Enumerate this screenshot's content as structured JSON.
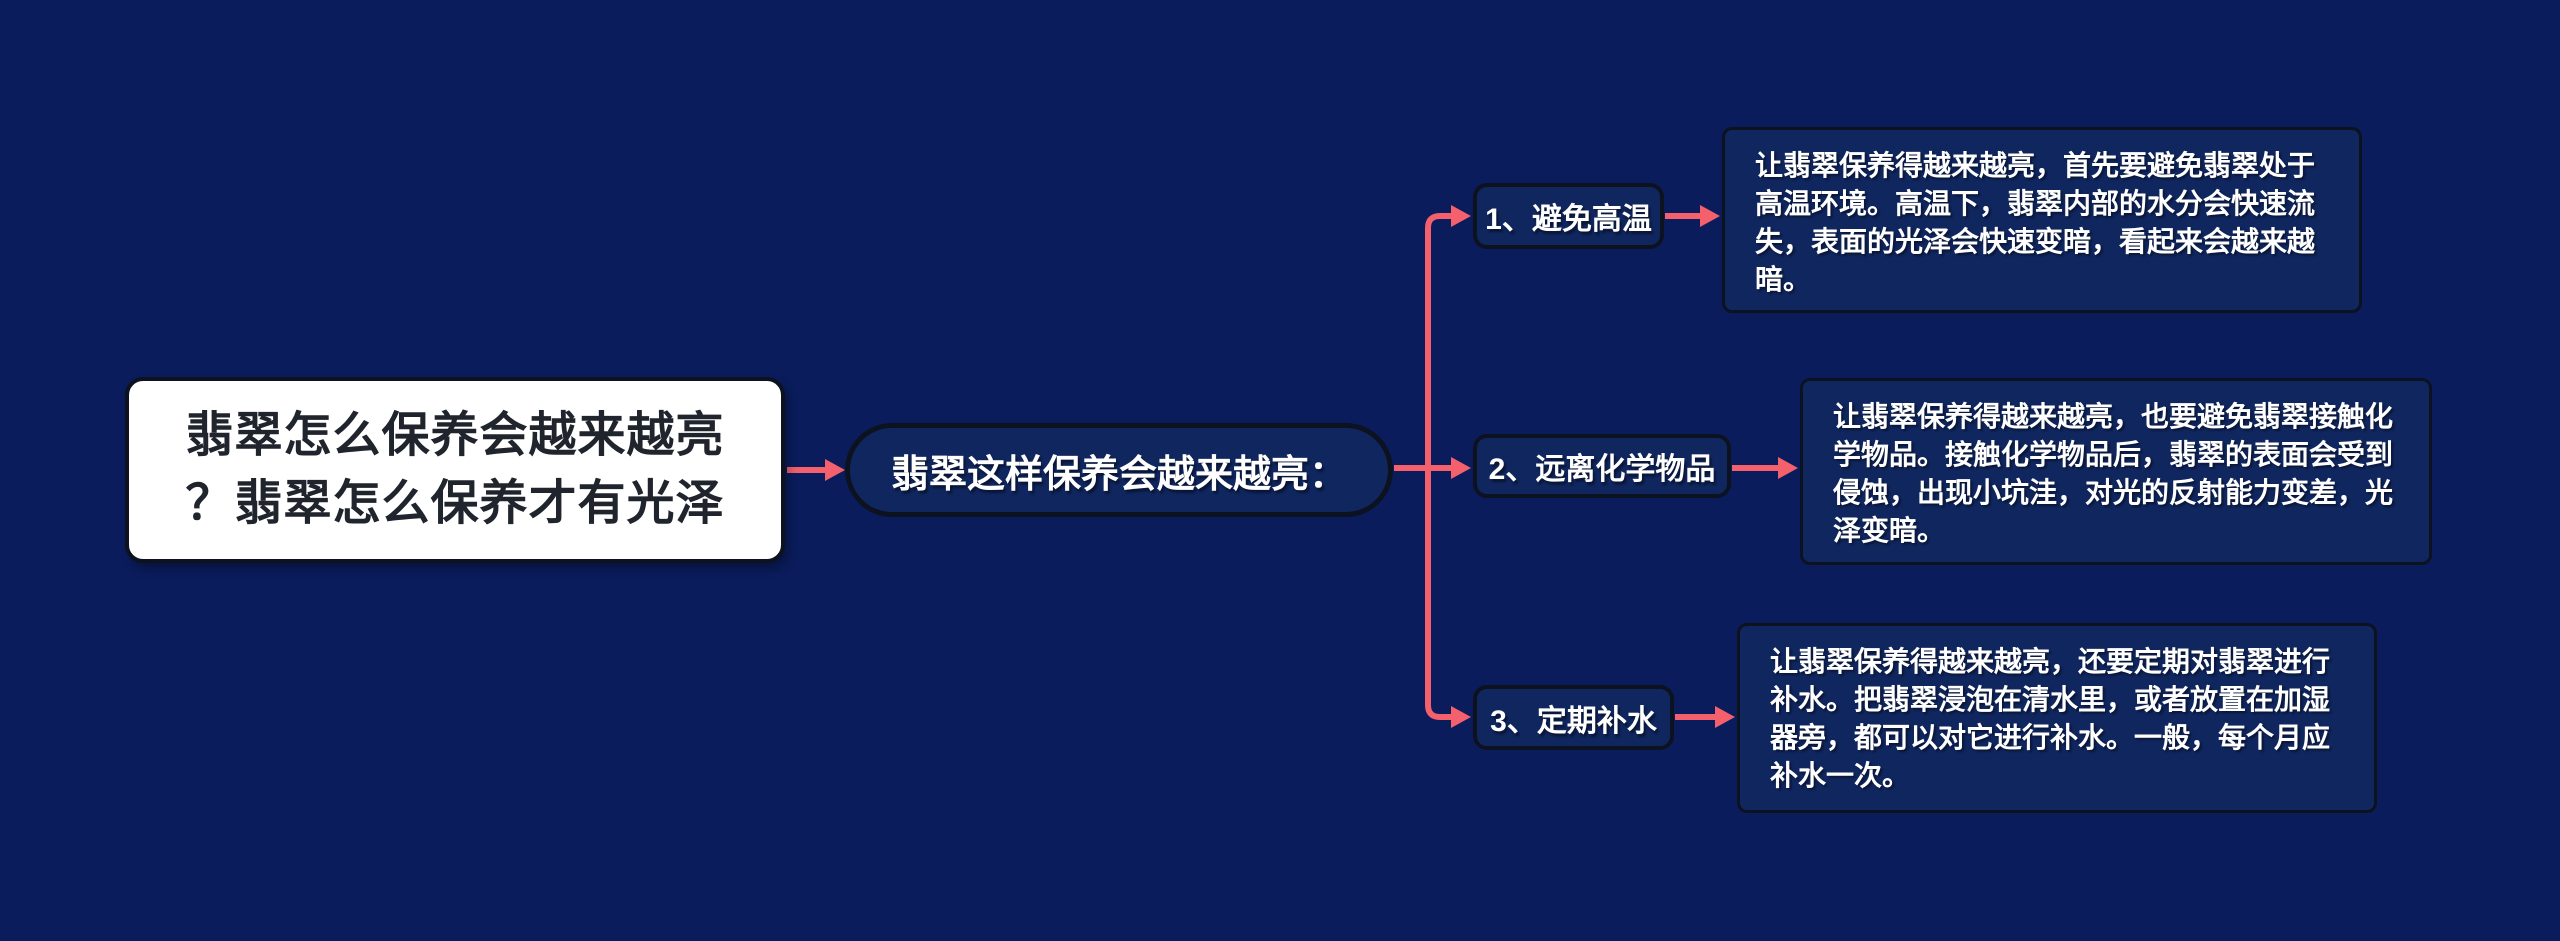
{
  "colors": {
    "background": "#0A1C5C",
    "node_fill": "#10265F",
    "node_border": "#0D1220",
    "accent_arrow": "#F4606B",
    "title_box_fill": "#FFFFFF",
    "title_text": "#20242D",
    "text_light": "#FFFFFF"
  },
  "diagram": {
    "root": {
      "lines": [
        "翡翠怎么保养会越来越亮",
        "？翡翠怎么保养才有光泽"
      ],
      "full_text": "翡翠怎么保养会越来越亮？翡翠怎么保养才有光泽"
    },
    "center": {
      "label": "翡翠这样保养会越来越亮："
    },
    "branches": [
      {
        "label": "1、避免高温",
        "detail": "让翡翠保养得越来越亮，首先要避免翡翠处于高温环境。高温下，翡翠内部的水分会快速流失，表面的光泽会快速变暗，看起来会越来越暗。"
      },
      {
        "label": "2、远离化学物品",
        "detail": "让翡翠保养得越来越亮，也要避免翡翠接触化学物品。接触化学物品后，翡翠的表面会受到侵蚀，出现小坑洼，对光的反射能力变差，光泽变暗。"
      },
      {
        "label": "3、定期补水",
        "detail": "让翡翠保养得越来越亮，还要定期对翡翠进行补水。把翡翠浸泡在清水里，或者放置在加湿器旁，都可以对它进行补水。一般，每个月应补水一次。"
      }
    ]
  }
}
